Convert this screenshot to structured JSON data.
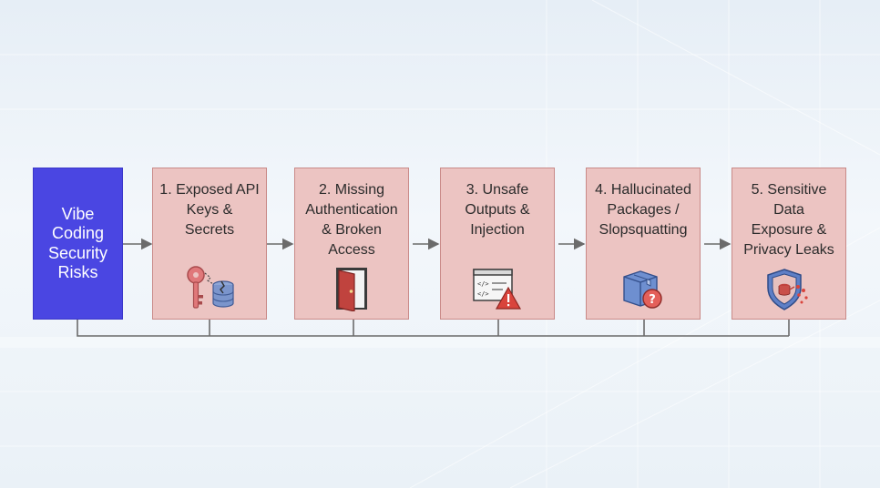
{
  "root": {
    "label": "Vibe\nCoding\nSecurity\nRisks"
  },
  "steps": [
    {
      "label": "1. Exposed API\nKeys &\nSecrets",
      "icon": "key-database-icon"
    },
    {
      "label": "2. Missing\nAuthentication\n& Broken\nAccess",
      "icon": "open-door-icon"
    },
    {
      "label": "3. Unsafe\nOutputs &\nInjection",
      "icon": "code-window-warning-icon"
    },
    {
      "label": "4. Hallucinated\nPackages /\nSlopsquatting",
      "icon": "package-question-icon"
    },
    {
      "label": "5. Sensitive\nData\nExposure &\nPrivacy Leaks",
      "icon": "shield-leak-icon"
    }
  ],
  "colors": {
    "root_fill": "#4a46e2",
    "step_fill": "#ecc4c2",
    "step_border": "#c98a88",
    "connector": "#6b6b6b"
  }
}
